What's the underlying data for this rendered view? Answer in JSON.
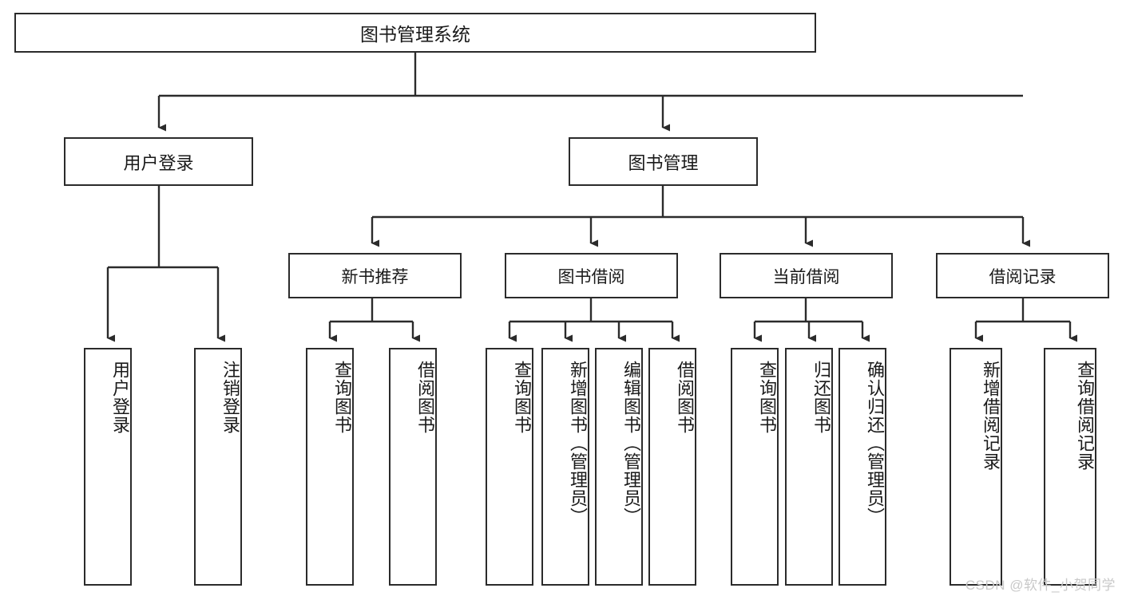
{
  "diagram": {
    "title_node": {
      "label": "图书管理系统"
    },
    "level2": [
      {
        "id": "user-login",
        "label": "用户登录"
      },
      {
        "id": "book-management",
        "label": "图书管理"
      }
    ],
    "level3": [
      {
        "id": "new-book-recommend",
        "label": "新书推荐"
      },
      {
        "id": "book-borrow",
        "label": "图书借阅"
      },
      {
        "id": "current-borrow",
        "label": "当前借阅"
      },
      {
        "id": "borrow-record",
        "label": "借阅记录"
      }
    ],
    "leaves": [
      {
        "id": "leaf-user-login",
        "label": "用户登录",
        "parent": "user-login"
      },
      {
        "id": "leaf-logout",
        "label": "注销登录",
        "parent": "user-login"
      },
      {
        "id": "leaf-query-book-1",
        "label": "查询图书",
        "parent": "new-book-recommend"
      },
      {
        "id": "leaf-borrow-book-1",
        "label": "借阅图书",
        "parent": "new-book-recommend"
      },
      {
        "id": "leaf-query-book-2",
        "label": "查询图书",
        "parent": "book-borrow"
      },
      {
        "id": "leaf-add-book",
        "label": "新增图书（管理员）",
        "parent": "book-borrow"
      },
      {
        "id": "leaf-edit-book",
        "label": "编辑图书（管理员）",
        "parent": "book-borrow"
      },
      {
        "id": "leaf-borrow-book-2",
        "label": "借阅图书",
        "parent": "book-borrow"
      },
      {
        "id": "leaf-query-book-3",
        "label": "查询图书",
        "parent": "current-borrow"
      },
      {
        "id": "leaf-return-book",
        "label": "归还图书",
        "parent": "current-borrow"
      },
      {
        "id": "leaf-confirm-return",
        "label": "确认归还（管理员）",
        "parent": "current-borrow"
      },
      {
        "id": "leaf-add-record",
        "label": "新增借阅记录",
        "parent": "borrow-record"
      },
      {
        "id": "leaf-query-record",
        "label": "查询借阅记录",
        "parent": "borrow-record"
      }
    ]
  },
  "watermark": {
    "text": "CSDN @软件_小贺同学"
  },
  "colors": {
    "stroke": "#2b2b2b",
    "background": "#ffffff",
    "text": "#1a1a1a",
    "watermark": "#c9c9c9"
  }
}
